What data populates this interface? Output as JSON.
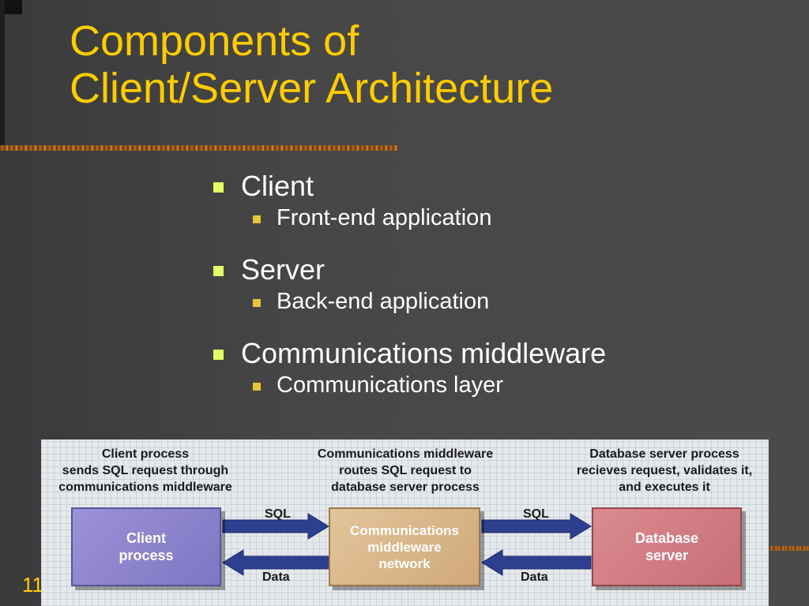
{
  "slide": {
    "title_line1": "Components of",
    "title_line2": "Client/Server Architecture",
    "page_number": "11",
    "colors": {
      "title": "#ffcc00",
      "background": "#4d4d4d",
      "bullet_l1": "#e6ff66",
      "bullet_l2": "#e6c33a"
    }
  },
  "bullets": [
    {
      "label": "Client",
      "sub": "Front-end application"
    },
    {
      "label": "Server",
      "sub": "Back-end application"
    },
    {
      "label": "Communications middleware",
      "sub": "Communications layer"
    }
  ],
  "diagram": {
    "client_caption": [
      "Client process",
      "sends SQL request through",
      "communications middleware"
    ],
    "middleware_caption": [
      "Communications middleware",
      "routes SQL request to",
      "database server process"
    ],
    "server_caption": [
      "Database server process",
      "recieves request, validates it,",
      "and executes it"
    ],
    "client_box": [
      "Client",
      "process"
    ],
    "middleware_box": [
      "Communications",
      "middleware",
      "network"
    ],
    "server_box": [
      "Database",
      "server"
    ],
    "sql_label_1": "SQL",
    "data_label_1": "Data",
    "sql_label_2": "SQL",
    "data_label_2": "Data"
  }
}
